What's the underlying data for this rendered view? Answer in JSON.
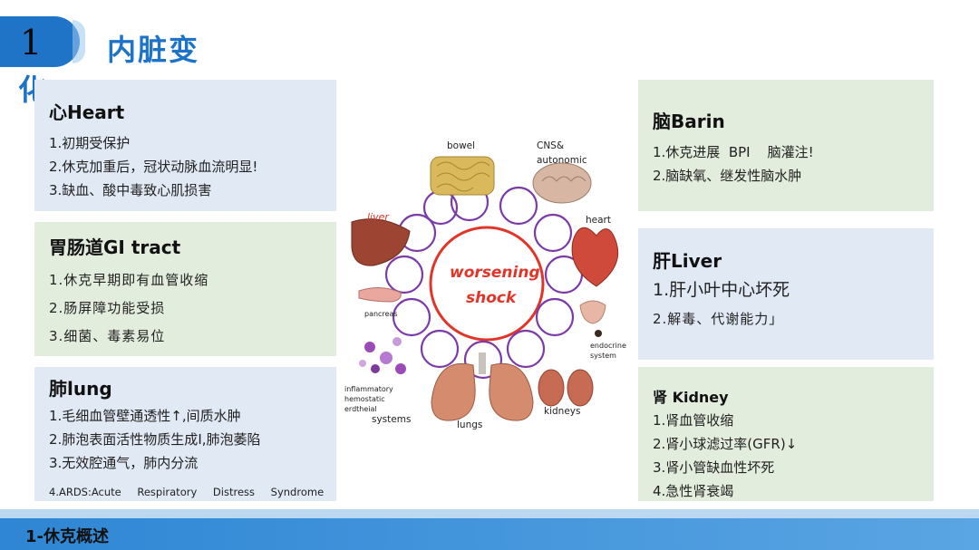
{
  "header": {
    "number": "1",
    "title": "内脏变",
    "title_wrap": "化"
  },
  "heart": {
    "title": "心Heart",
    "lines": [
      "1.初期受保护",
      "2.休克加重后，冠状动脉血流明显!",
      "3.缺血、酸中毒致心肌损害"
    ]
  },
  "gi": {
    "title": "胃肠道GI tract",
    "lines": [
      "1.休克早期即有血管收缩",
      "2.肠屏障功能受损",
      "3.细菌、毒素易位"
    ]
  },
  "lung": {
    "title": "肺lung",
    "lines": [
      "1.毛细血管壁通透性↑,间质水肿",
      "2.肺泡表面活性物质生成I,肺泡萎陷",
      "3.无效腔通气，肺内分流",
      "4.ARDS:Acute Respiratory Distress Syndrome"
    ]
  },
  "brain": {
    "title": "脑Barin",
    "lines": [
      "1.休克进展  BPI    脑灌注!",
      "2.脑缺氧、继发性脑水肿"
    ]
  },
  "liver": {
    "title": "肝Liver",
    "lines": [
      "1.肝小叶中心坏死",
      "2.解毒、代谢能力」"
    ]
  },
  "kidney": {
    "title": "肾 Kidney",
    "lines": [
      "1.肾血管收缩",
      "2.肾小球滤过率(GFR)↓",
      "3.肾小管缺血性坏死",
      "4.急性肾衰竭"
    ]
  },
  "diagram": {
    "center_line1": "worsening",
    "center_line2": "shock",
    "labels": {
      "bowel": "bowel",
      "cns1": "CNS&",
      "cns2": "autonomic",
      "heart": "heart",
      "liver": "liver",
      "pancreas": "pancreas",
      "endocrine1": "endocrine",
      "endocrine2": "system",
      "inflam1": "inflammatory",
      "inflam2": "hemostatic",
      "inflam3": "erdtheial",
      "systems": "systems",
      "lungs": "lungs",
      "kidneys": "kidneys"
    }
  },
  "footer": {
    "text": "1-休克概述"
  }
}
